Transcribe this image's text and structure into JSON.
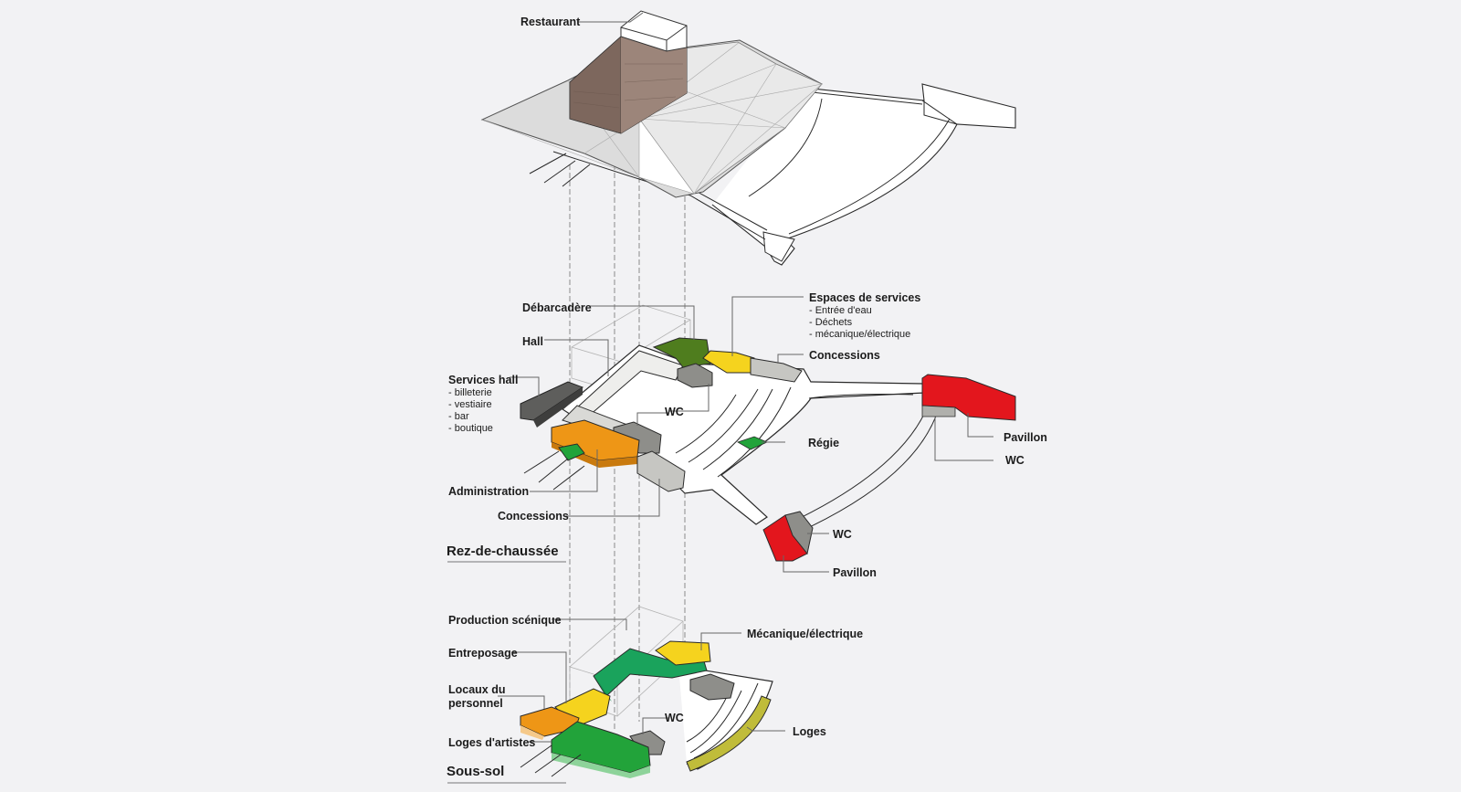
{
  "levels": {
    "roof": {
      "restaurant": "Restaurant"
    },
    "ground": {
      "title": "Rez-de-chaussée",
      "debarcadere": "Débarcadère",
      "hall": "Hall",
      "services_hall": {
        "title": "Services hall",
        "items": [
          "- billeterie",
          "- vestiaire",
          "- bar",
          "- boutique"
        ]
      },
      "espaces_services": {
        "title": "Espaces de services",
        "items": [
          "- Entrée d'eau",
          "- Déchets",
          "- mécanique/électrique"
        ]
      },
      "concessions_top": "Concessions",
      "wc_center": "WC",
      "regie": "Régie",
      "pavillon_right": "Pavillon",
      "wc_right": "WC",
      "administration": "Administration",
      "concessions_bottom": "Concessions",
      "wc_bottom": "WC",
      "pavillon_bottom": "Pavillon"
    },
    "basement": {
      "title": "Sous-sol",
      "production": "Production scénique",
      "mecanique": "Mécanique/électrique",
      "entreposage": "Entreposage",
      "locaux_line1": "Locaux du",
      "locaux_line2": "personnel",
      "wc": "WC",
      "loges": "Loges",
      "loges_artistes": "Loges d'artistes"
    }
  },
  "colors": {
    "background": "#f2f2f4",
    "red": "#e3161d",
    "dark_green": "#4f7d1e",
    "green": "#22a33a",
    "teal_green": "#1aa35c",
    "yellow": "#f5d31e",
    "orange": "#ee9616",
    "light_gray": "#d9d9d6",
    "mid_gray": "#a2a29e",
    "dark_gray": "#5e5e5c",
    "olive": "#c0bc3a",
    "wood": "#8e786c"
  }
}
